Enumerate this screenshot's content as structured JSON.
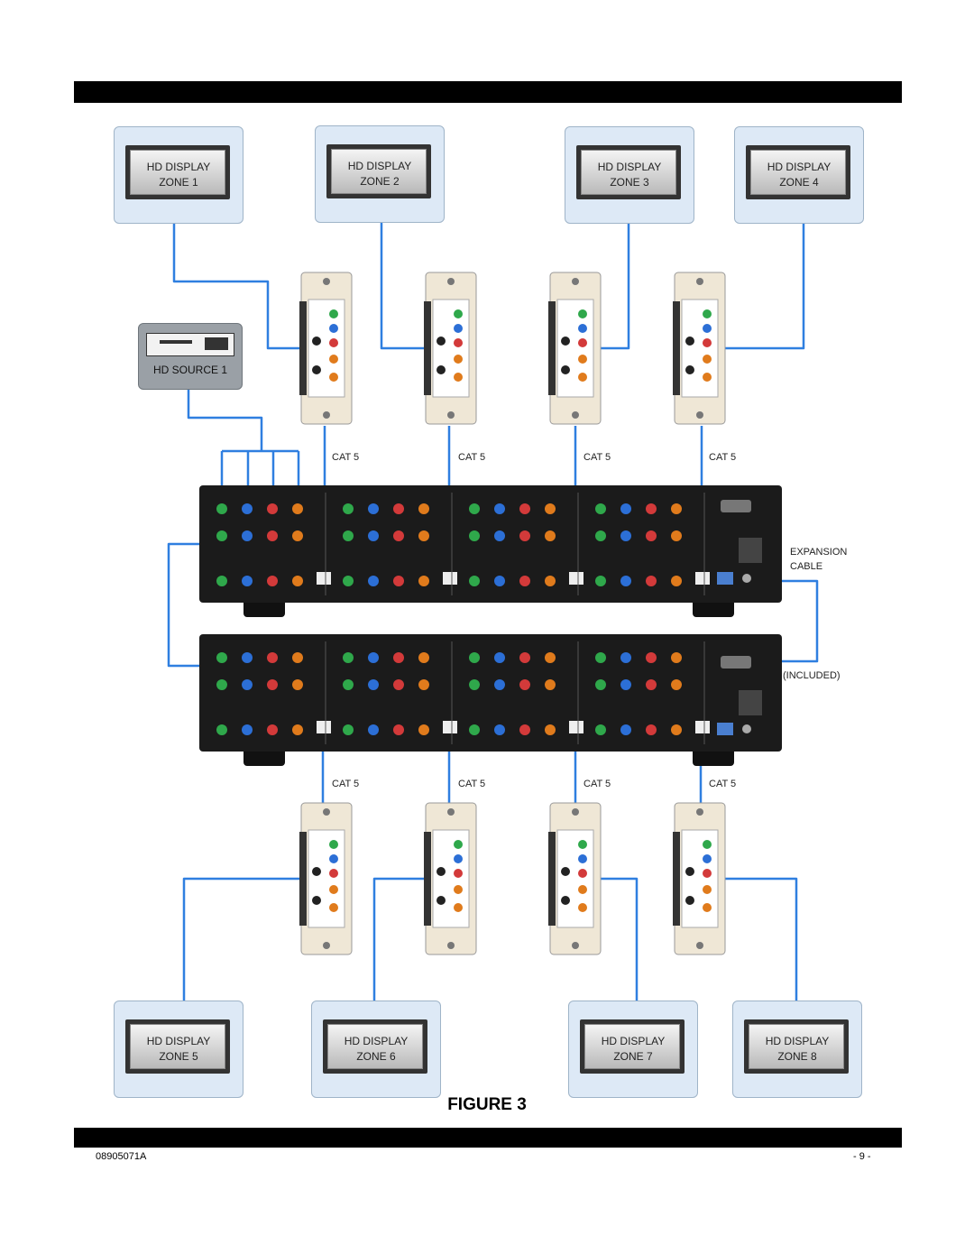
{
  "displays_top": [
    {
      "line1": "HD DISPLAY",
      "line2": "ZONE 1"
    },
    {
      "line1": "HD DISPLAY",
      "line2": "ZONE 2"
    },
    {
      "line1": "HD DISPLAY",
      "line2": "ZONE 3"
    },
    {
      "line1": "HD DISPLAY",
      "line2": "ZONE 4"
    }
  ],
  "displays_bottom": [
    {
      "line1": "HD DISPLAY",
      "line2": "ZONE 5"
    },
    {
      "line1": "HD DISPLAY",
      "line2": "ZONE 6"
    },
    {
      "line1": "HD DISPLAY",
      "line2": "ZONE 7"
    },
    {
      "line1": "HD DISPLAY",
      "line2": "ZONE 8"
    }
  ],
  "source": {
    "label": "HD SOURCE 1"
  },
  "cat_label": "CAT 5",
  "expansion": {
    "line1": "EXPANSION",
    "line2": "CABLE",
    "included": "(INCLUDED)"
  },
  "figure_label": "FIGURE 3",
  "footer": {
    "doc_number": "08905071A",
    "page": "- 9 -"
  },
  "colors": {
    "wire": "#2f7fe0",
    "bar": "#000000",
    "unit": "#1b1b1b"
  }
}
